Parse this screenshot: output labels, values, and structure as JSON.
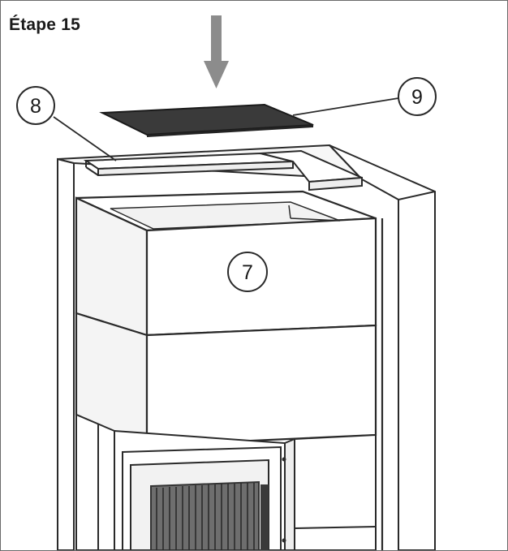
{
  "header": {
    "title": "Étape 15"
  },
  "callouts": [
    {
      "id": "8",
      "label": "8",
      "part": "frame-piece"
    },
    {
      "id": "9",
      "label": "9",
      "part": "top-plate"
    },
    {
      "id": "7",
      "label": "7",
      "part": "upper-module"
    }
  ],
  "colors": {
    "arrow": "#8c8c8c",
    "outline": "#2a2a2a",
    "plate": "#3a3a3a",
    "panel": "#f4f4f4",
    "side": "#e6e6e6",
    "glass": "#6e6e6e"
  },
  "icons": {
    "direction": "arrow-down-icon"
  }
}
